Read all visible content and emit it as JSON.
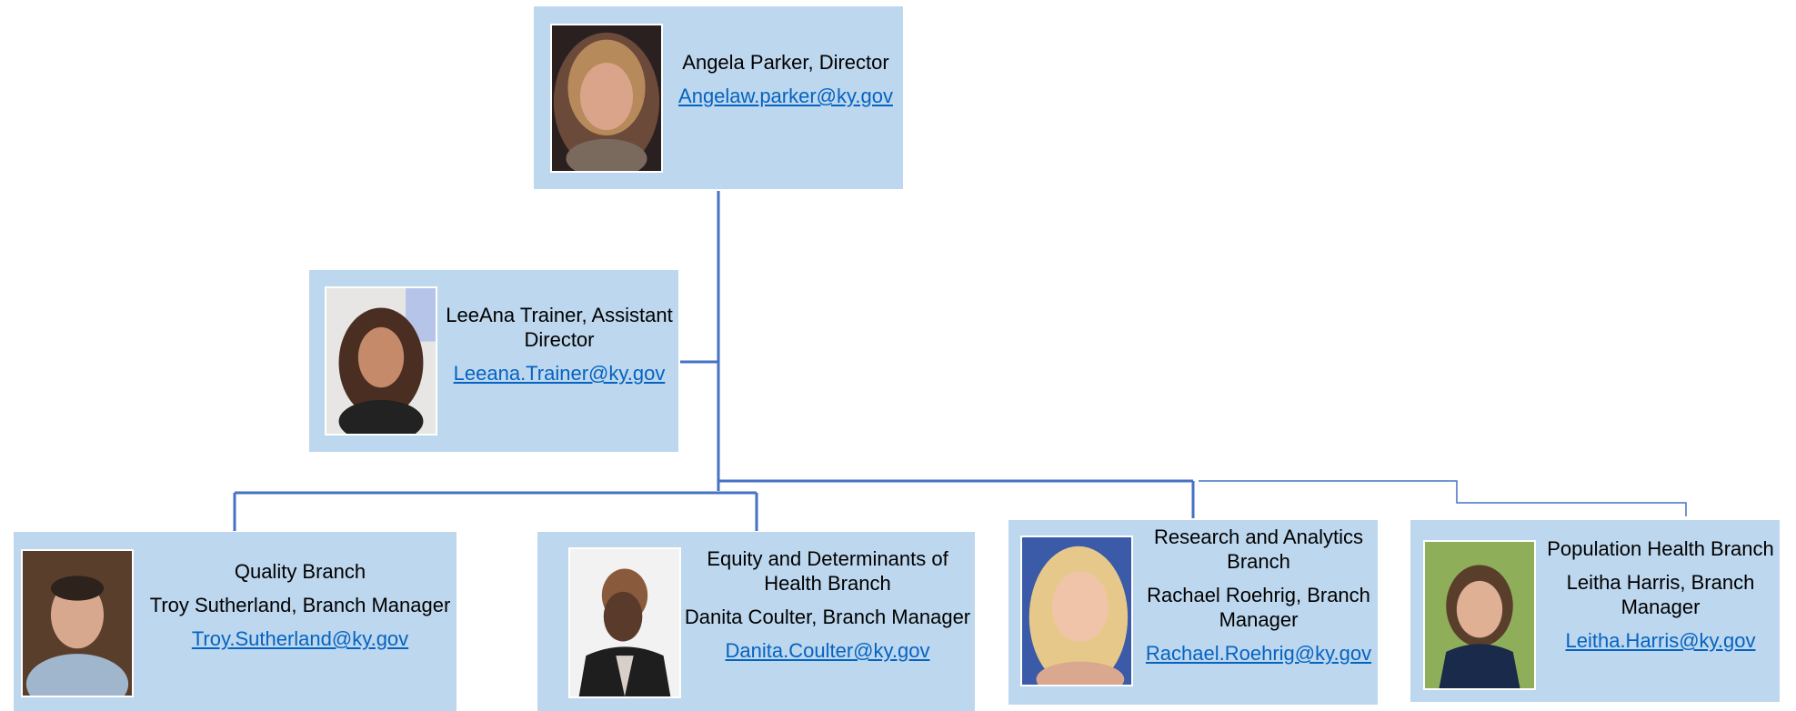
{
  "colors": {
    "box_fill": "#bdd7ee",
    "line": "#4472c4",
    "link": "#0563c1"
  },
  "director": {
    "name_title": "Angela Parker, Director",
    "email": "Angelaw.parker@ky.gov",
    "photo": "person-photo"
  },
  "assistant": {
    "name_title_1": "LeeAna Trainer, Assistant",
    "name_title_2": "Director",
    "email": "Leeana.Trainer@ky.gov",
    "photo": "person-photo"
  },
  "branches": [
    {
      "branch": "Quality Branch",
      "manager": "Troy Sutherland, Branch Manager",
      "email": "Troy.Sutherland@ky.gov"
    },
    {
      "branch_1": "Equity and Determinants of",
      "branch_2": "Health Branch",
      "manager": "Danita Coulter, Branch Manager",
      "email": "Danita.Coulter@ky.gov"
    },
    {
      "branch_1": "Research and Analytics",
      "branch_2": "Branch",
      "manager_1": "Rachael Roehrig, Branch",
      "manager_2": "Manager",
      "email": "Rachael.Roehrig@ky.gov"
    },
    {
      "branch": "Population Health Branch",
      "manager_1": "Leitha Harris, Branch",
      "manager_2": "Manager",
      "email": "Leitha.Harris@ky.gov"
    }
  ]
}
